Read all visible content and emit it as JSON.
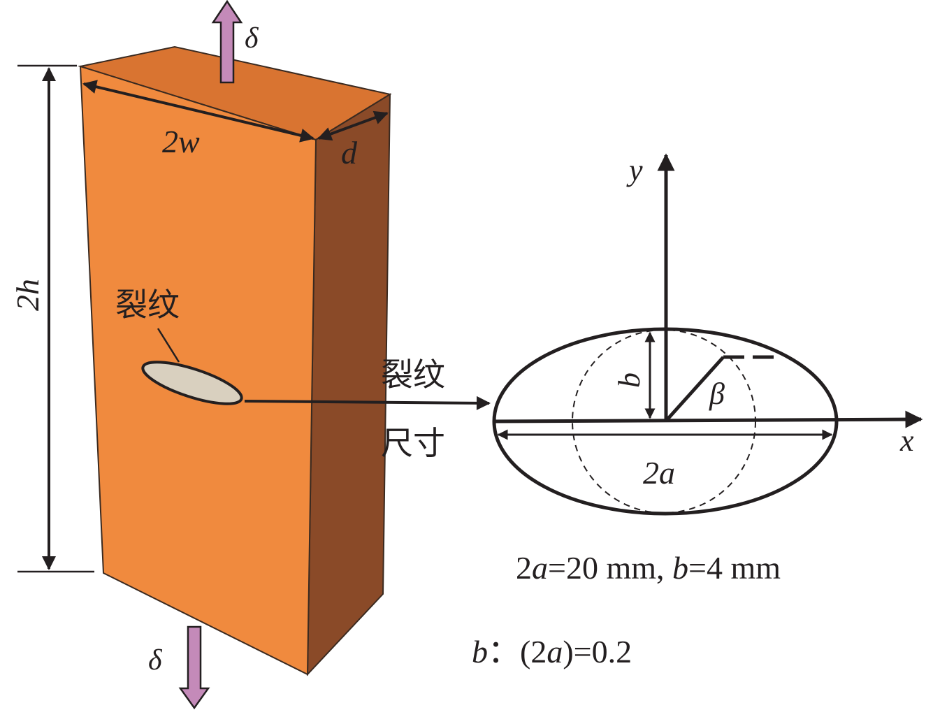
{
  "colors": {
    "front_face": "#f08a3e",
    "top_face": "#d97431",
    "side_face": "#8a4a28",
    "load_arrow": "#c48ab9",
    "crack_fill": "#d9d0bf",
    "ink": "#231f20"
  },
  "specimen": {
    "load_top": "δ",
    "load_bottom": "δ",
    "width_label": "2w",
    "thickness_label": "d",
    "height_label": "2h",
    "crack_label": "裂纹"
  },
  "crack_size": {
    "label_line1": "裂纹",
    "label_line2": "尺寸"
  },
  "ellipse": {
    "y_axis": "y",
    "x_axis": "x",
    "b_label": "b",
    "beta_label": "β",
    "length_label": "2a"
  },
  "dimensions": {
    "a_part": "2",
    "a_var": "a",
    "a_value": "=20 mm, ",
    "b_var": "b",
    "b_value": "=4 mm"
  },
  "ratio": {
    "b_var": "b",
    "sep": "：(2",
    "a_var": "a",
    "value": ")=0.2"
  }
}
